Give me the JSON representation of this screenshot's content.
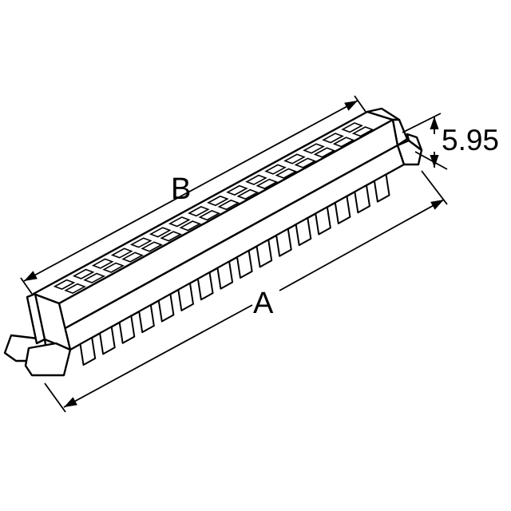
{
  "figure": {
    "type": "connector-outline-drawing",
    "pin_rows": 2,
    "pins_per_row": 16,
    "solder_tails": 16
  },
  "dimensions": {
    "length_a": "A",
    "length_b": "B",
    "height": "5.95"
  },
  "colors": {
    "line": "#000000",
    "fill": "#ffffff",
    "background": "#ffffff"
  }
}
